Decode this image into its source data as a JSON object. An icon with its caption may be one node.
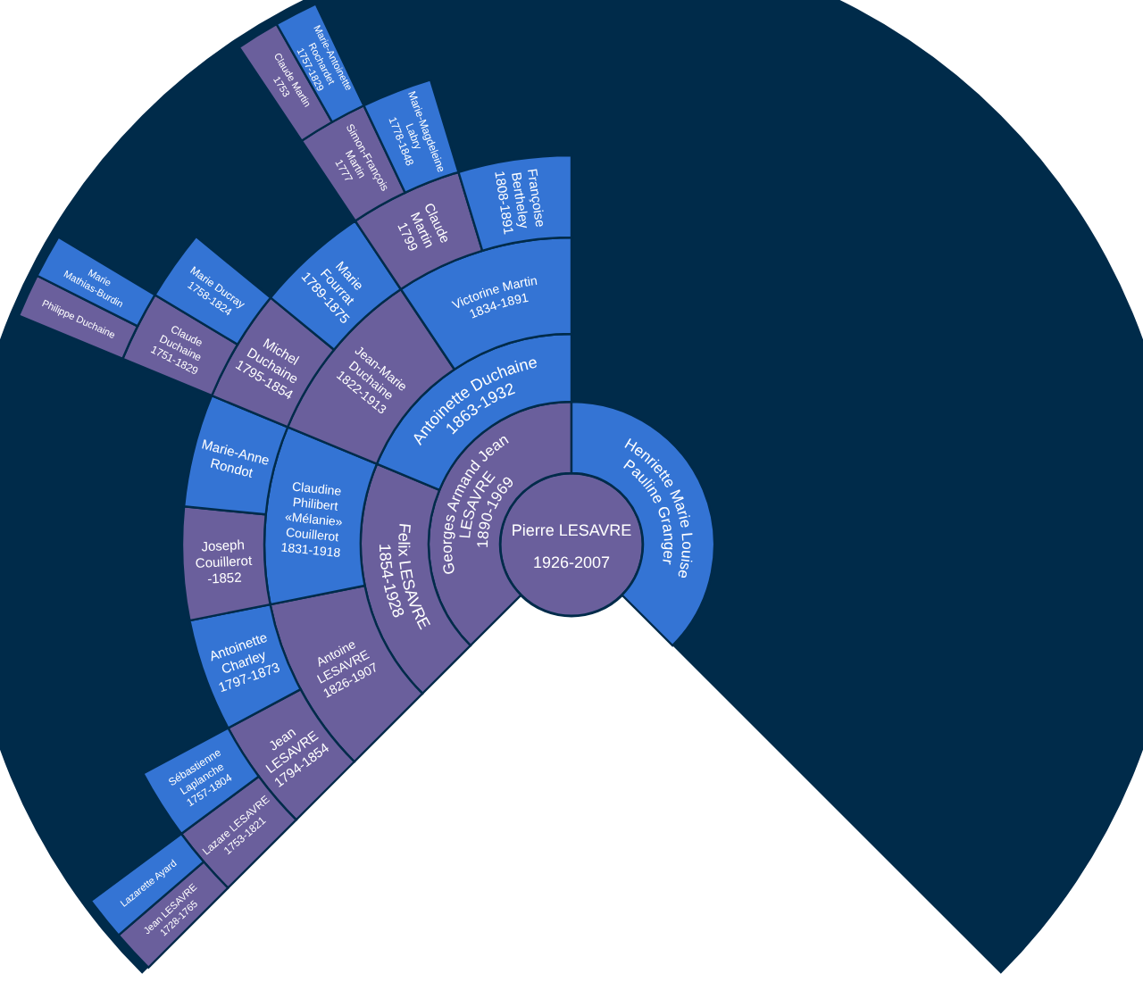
{
  "diagram": {
    "nodes": [
      {
        "text": [
          "Pierre LESAVRE",
          "1926-2007"
        ]
      },
      {
        "text": [
          "Georges Armand Jean LESAVRE",
          "1890-1969"
        ]
      },
      {
        "text": [
          "Henriette Marie Louise Pauline Granger"
        ]
      },
      {
        "text": [
          "Felix LESAVRE",
          "1854-1928"
        ]
      },
      {
        "text": [
          "Antoinette Duchaine",
          "1863-1932"
        ]
      },
      {
        "text": [
          "Antoine LESAVRE",
          "1826-1907"
        ]
      },
      {
        "text": [
          "Claudine Philibert «Mélanie» Couillerot",
          "1831-1918"
        ]
      },
      {
        "text": [
          "Jean-Marie Duchaine",
          "1822-1913"
        ]
      },
      {
        "text": [
          "Victorine Martin",
          "1834-1891"
        ]
      },
      {
        "text": [
          "Jean LESAVRE",
          "1794-1854"
        ]
      },
      {
        "text": [
          "Antoinette Charley",
          "1797-1873"
        ]
      },
      {
        "text": [
          "Joseph Couillerot",
          "-1852"
        ]
      },
      {
        "text": [
          "Marie-Anne Rondot"
        ]
      },
      {
        "text": [
          "Michel Duchaine",
          "1795-1854"
        ]
      },
      {
        "text": [
          "Marie Fourrat",
          "1789-1875"
        ]
      },
      {
        "text": [
          "Claude Martin",
          "1799"
        ]
      },
      {
        "text": [
          "Françoise Bertheley",
          "1808-1891"
        ]
      },
      {
        "text": [
          "Lazare LESAVRE",
          "1753-1821"
        ]
      },
      {
        "text": [
          "Sébastienne Laplanche",
          "1757-1804"
        ]
      },
      {
        "text": [
          "Claude Duchaine",
          "1751-1829"
        ]
      },
      {
        "text": [
          "Marie Ducray",
          "1758-1824"
        ]
      },
      {
        "text": [
          "Simon-François Martin",
          "1777"
        ]
      },
      {
        "text": [
          "Marie-Magdeleine Labry",
          "1778-1848"
        ]
      },
      {
        "text": [
          "Jean LESAVRE",
          "1728-1765"
        ]
      },
      {
        "text": [
          "Lazarette Ayard"
        ]
      },
      {
        "text": [
          "Philippe Duchaine"
        ]
      },
      {
        "text": [
          "Marie Mathias-Burdin"
        ]
      },
      {
        "text": [
          "Claude Martin",
          "1753"
        ]
      },
      {
        "text": [
          "Marie-Antoinette Rochardet",
          "1757-1829"
        ]
      }
    ]
  }
}
